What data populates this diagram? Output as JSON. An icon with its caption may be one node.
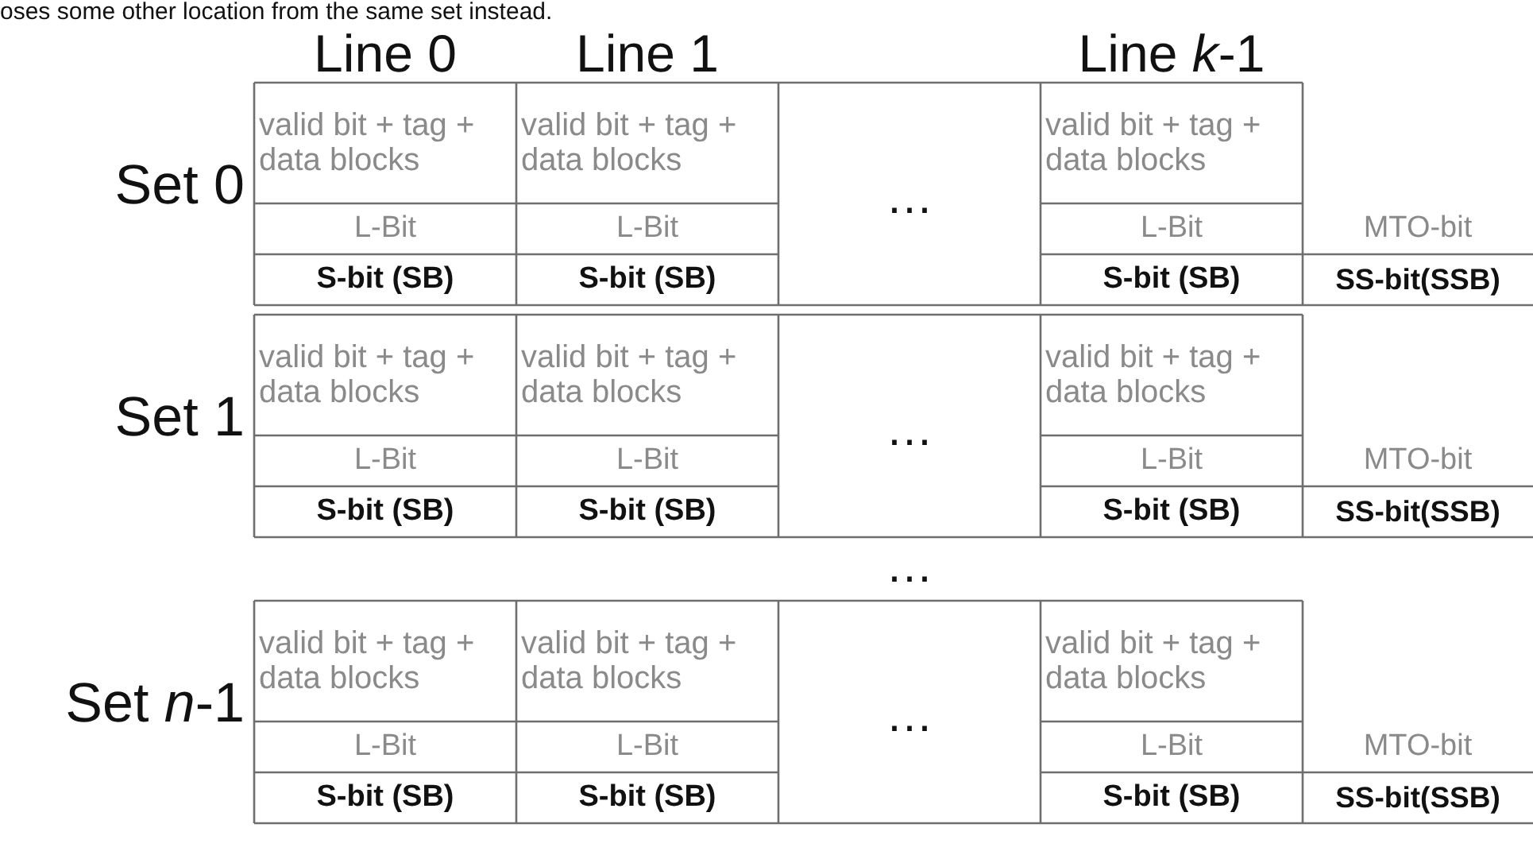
{
  "diagram": {
    "labels": [
      "oses some other location from the same set instead.",
      "Line 0",
      "Line 1",
      "Line *k*-1",
      "Set 0",
      "valid bit + tag + data blocks",
      "valid bit + tag + data blocks",
      "…",
      "valid bit + tag + data blocks",
      "L-Bit",
      "L-Bit",
      "L-Bit",
      "MTO-bit",
      "S-bit (SB)",
      "S-bit (SB)",
      "S-bit (SB)",
      "SS-bit(SSB)",
      "Set 1",
      "valid bit + tag + data blocks",
      "valid bit + tag + data blocks",
      "…",
      "valid bit + tag + data blocks",
      "L-Bit",
      "L-Bit",
      "L-Bit",
      "MTO-bit",
      "S-bit (SB)",
      "S-bit (SB)",
      "S-bit (SB)",
      "SS-bit(SSB)",
      "…",
      "Set *n*-1",
      "valid bit + tag + data blocks",
      "valid bit + tag + data blocks",
      "…",
      "valid bit + tag + data blocks",
      "L-Bit",
      "L-Bit",
      "L-Bit",
      "MTO-bit",
      "S-bit (SB)",
      "S-bit (SB)",
      "S-bit (SB)",
      "SS-bit(SSB)"
    ]
  }
}
